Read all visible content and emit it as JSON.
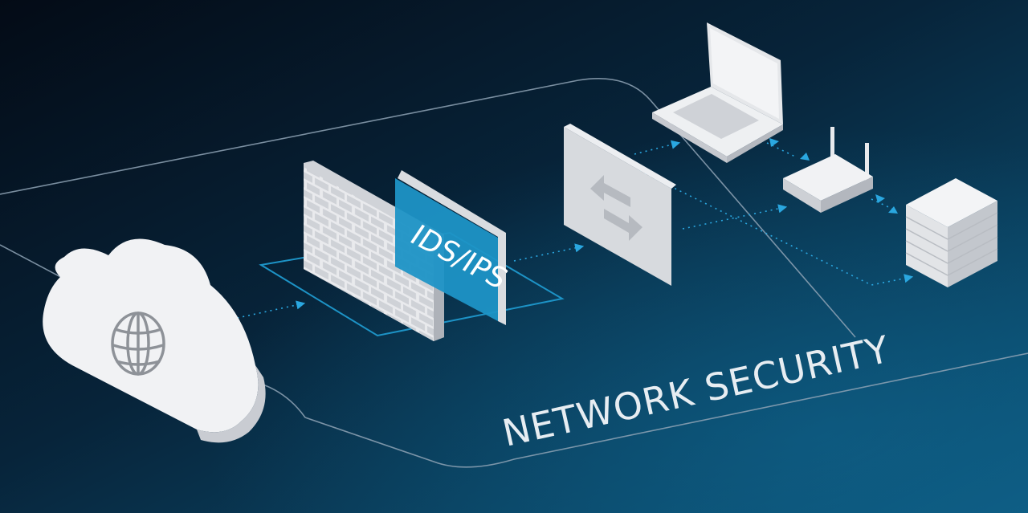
{
  "heading": "NETWORK SECURITY",
  "firewall_panel_label": "IDS/IPS",
  "nodes": {
    "cloud": "globe-cloud",
    "firewall": "brick-firewall",
    "ids_ips": "ids-ips-panel",
    "switch": "switch-panel",
    "laptop": "laptop",
    "router": "router",
    "server": "server-stack"
  },
  "colors": {
    "background_dark": "#040d18",
    "background_light": "#0b4e72",
    "accent_blue": "#1d93c6",
    "arrow_blue": "#2aa7e0",
    "device_white": "#f1f2f4",
    "device_shadow": "#c9ccd2",
    "line_gray": "#8fa3b5"
  }
}
